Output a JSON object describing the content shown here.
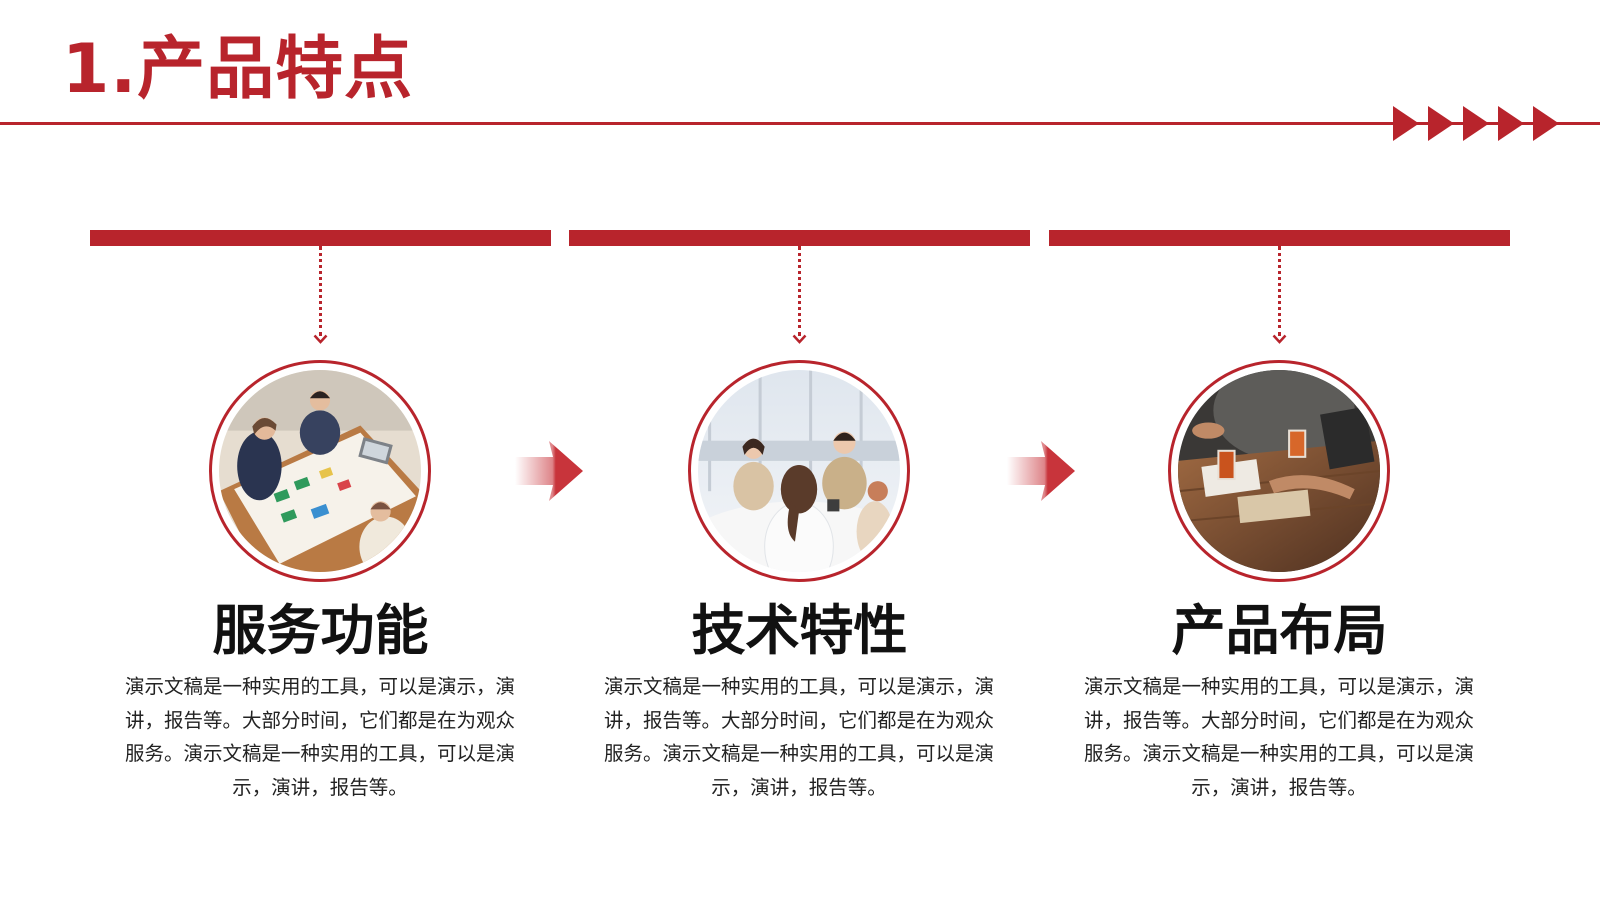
{
  "title": "1.产品特点",
  "colors": {
    "accent": "#b8242c",
    "text": "#111111",
    "body_text": "#222222"
  },
  "features": [
    {
      "heading": "服务功能",
      "description": "演示文稿是一种实用的工具，可以是演示，演讲，报告等。大部分时间，它们都是在为观众服务。演示文稿是一种实用的工具，可以是演示，演讲，报告等。"
    },
    {
      "heading": "技术特性",
      "description": "演示文稿是一种实用的工具，可以是演示，演讲，报告等。大部分时间，它们都是在为观众服务。演示文稿是一种实用的工具，可以是演示，演讲，报告等。"
    },
    {
      "heading": "产品布局",
      "description": "演示文稿是一种实用的工具，可以是演示，演讲，报告等。大部分时间，它们都是在为观众服务。演示文稿是一种实用的工具，可以是演示，演讲，报告等。"
    }
  ]
}
